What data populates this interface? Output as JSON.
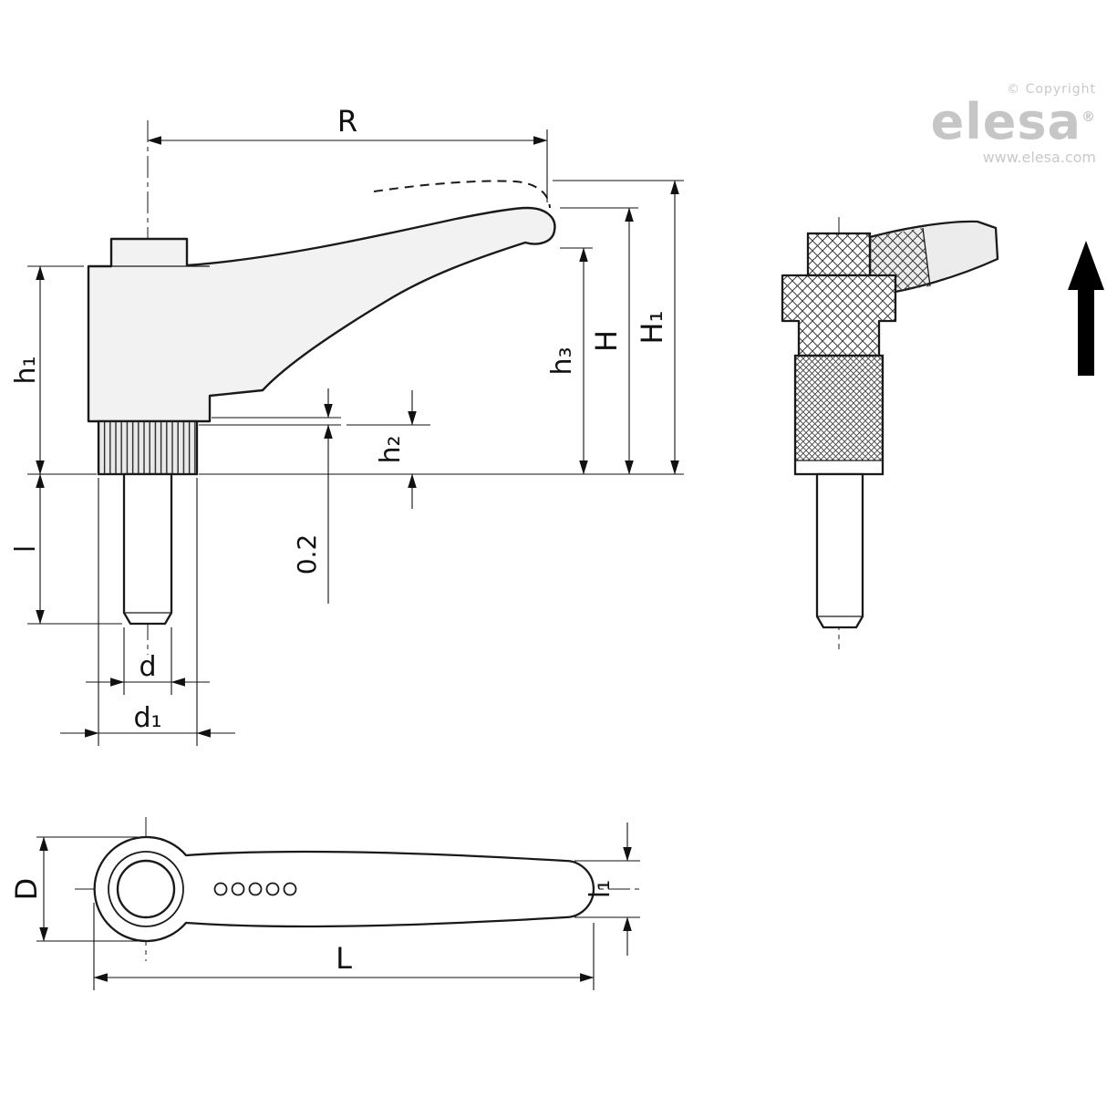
{
  "brand": {
    "copyright": "© Copyright",
    "logo": "elesa",
    "registered": "®",
    "website": "www.elesa.com"
  },
  "dimensions": {
    "side_view": {
      "R": "R",
      "h1": "h₁",
      "l": "l",
      "gap": "0.2",
      "h2": "h₂",
      "h3": "h₃",
      "H": "H",
      "H1": "H₁",
      "d": "d",
      "d1": "d₁"
    },
    "top_view": {
      "D": "D",
      "L": "L",
      "l1": "l₁"
    }
  }
}
